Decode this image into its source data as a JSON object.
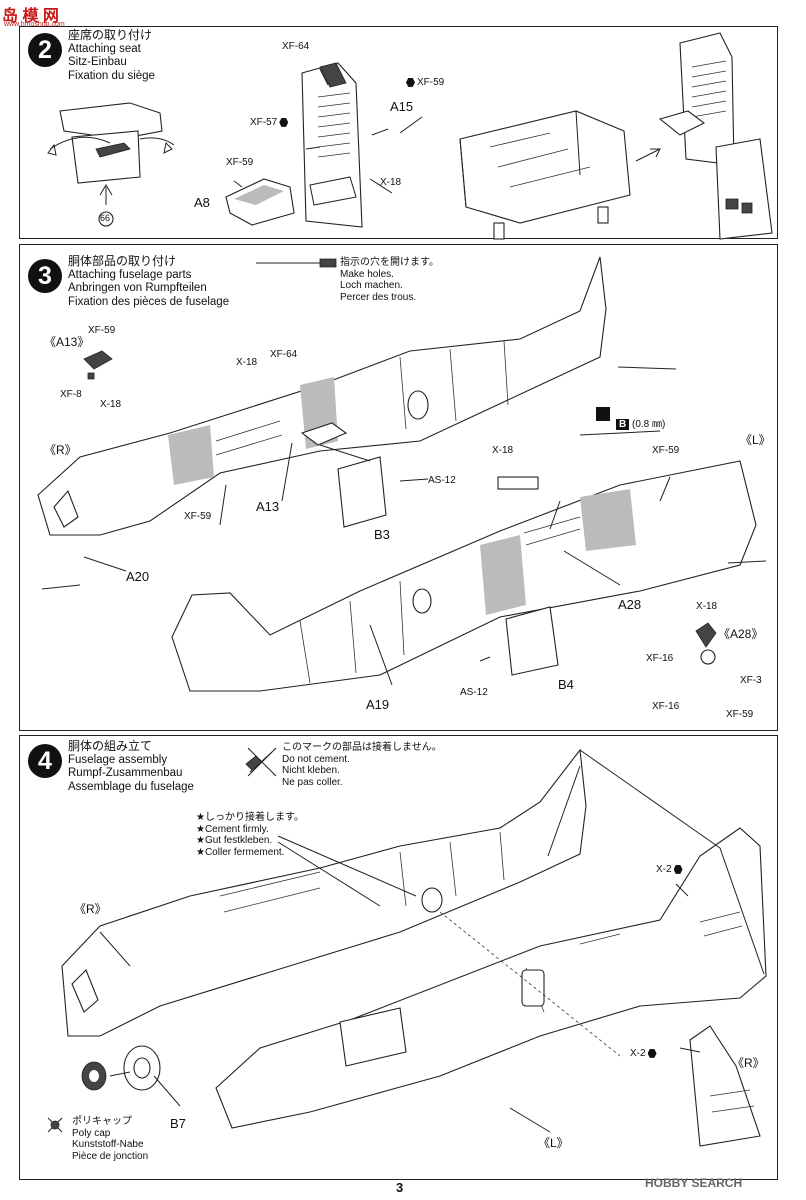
{
  "logo": {
    "text": "岛 模 网",
    "sub": "www.hmoshop.com"
  },
  "step2": {
    "number": "2",
    "title_jp": "座席の取り付け",
    "title_en": "Attaching seat",
    "title_de": "Sitz-Einbau",
    "title_fr": "Fixation du siège",
    "callout": "66",
    "labels": {
      "xf64": "XF-64",
      "xf59a": "XF-59",
      "xf57": "XF-57",
      "xf59b": "XF-59",
      "x18": "X-18"
    },
    "parts": {
      "a15": "A15",
      "a8": "A8"
    }
  },
  "step3": {
    "number": "3",
    "title_jp": "胴体部品の取り付け",
    "title_en": "Attaching fuselage parts",
    "title_de": "Anbringen von Rumpfteilen",
    "title_fr": "Fixation des pièces de fuselage",
    "holes_note": [
      "指示の穴を開けます。",
      "Make holes.",
      "Loch machen.",
      "Percer des trous."
    ],
    "drill_letter": "B",
    "drill_size": "(0.8 ㎜)",
    "side_r": "《R》",
    "side_l": "《L》",
    "detail_a13": "《A13》",
    "detail_a28": "《A28》",
    "labels": {
      "a13_xf59": "XF-59",
      "a13_xf8": "XF-8",
      "a13_x18": "X-18",
      "x18": "X-18",
      "xf64": "XF-64",
      "as12": "AS-12",
      "xf59_r": "XF-59",
      "x18_l": "X-18",
      "xf59_l": "XF-59",
      "as12_l": "AS-12",
      "a28_x18": "X-18",
      "a28_xf16a": "XF-16",
      "a28_xf3": "XF-3",
      "a28_xf16b": "XF-16",
      "a28_xf59": "XF-59"
    },
    "parts": {
      "a13": "A13",
      "b3": "B3",
      "a20": "A20",
      "a28": "A28",
      "a19": "A19",
      "b4": "B4"
    }
  },
  "step4": {
    "number": "4",
    "title_jp": "胴体の組み立て",
    "title_en": "Fuselage assembly",
    "title_de": "Rumpf-Zusammenbau",
    "title_fr": "Assemblage du fuselage",
    "nocement_note": [
      "このマークの部品は接着しません。",
      "Do not cement.",
      "Nicht kleben.",
      "Ne pas coller."
    ],
    "cement_note": [
      "★しっかり接着します。",
      "★Cement firmly.",
      "★Gut festkleben.",
      "★Coller fermement."
    ],
    "side_r": "《R》",
    "side_l": "《L》",
    "side_r2": "《R》",
    "labels": {
      "x2a": "X-2",
      "x2b": "X-2"
    },
    "parts": {
      "b7": "B7"
    },
    "polycap_note": [
      "ポリキャップ",
      "Poly cap",
      "Kunststoff-Nabe",
      "Pièce de jonction"
    ]
  },
  "page_number": "3",
  "watermark": "HOBBY SEARCH"
}
